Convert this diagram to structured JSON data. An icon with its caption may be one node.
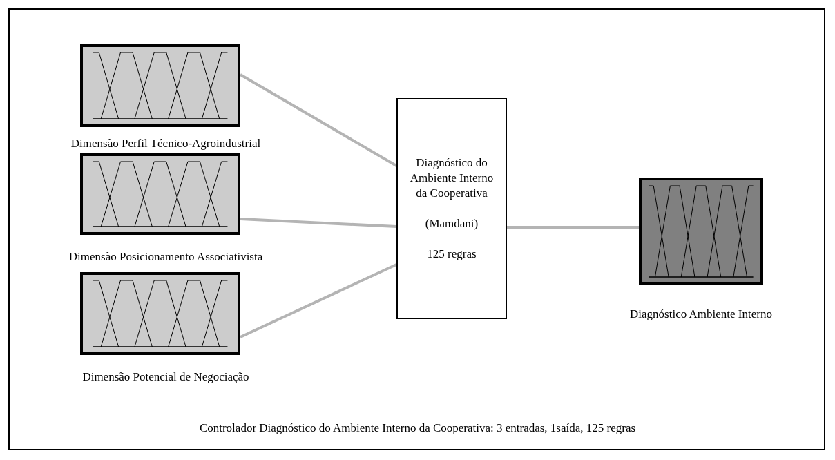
{
  "diagram": {
    "caption": "Controlador Diagnóstico do Ambiente Interno da Cooperativa: 3 entradas, 1saída, 125 regras",
    "nodes": [
      {
        "text": [
          "Dimensão Perfil Técnico-Agroindustrial"
        ]
      },
      {
        "text": [
          "Dimensão Posicionamento Associativista"
        ]
      },
      {
        "text": [
          "Dimensão Potencial de Negociação"
        ]
      },
      {
        "text": [
          "Diagnóstico do Ambiente Interno da Cooperativa",
          "(Mamdani)",
          "125 regras"
        ]
      },
      {
        "text": [
          "Diagnóstico Ambiente Interno"
        ]
      }
    ],
    "edges": [
      {
        "from": 0,
        "to": 3,
        "arrow": "none"
      },
      {
        "from": 1,
        "to": 3,
        "arrow": "none"
      },
      {
        "from": 2,
        "to": 3,
        "arrow": "none"
      },
      {
        "from": 3,
        "to": 4,
        "arrow": "none"
      }
    ]
  }
}
